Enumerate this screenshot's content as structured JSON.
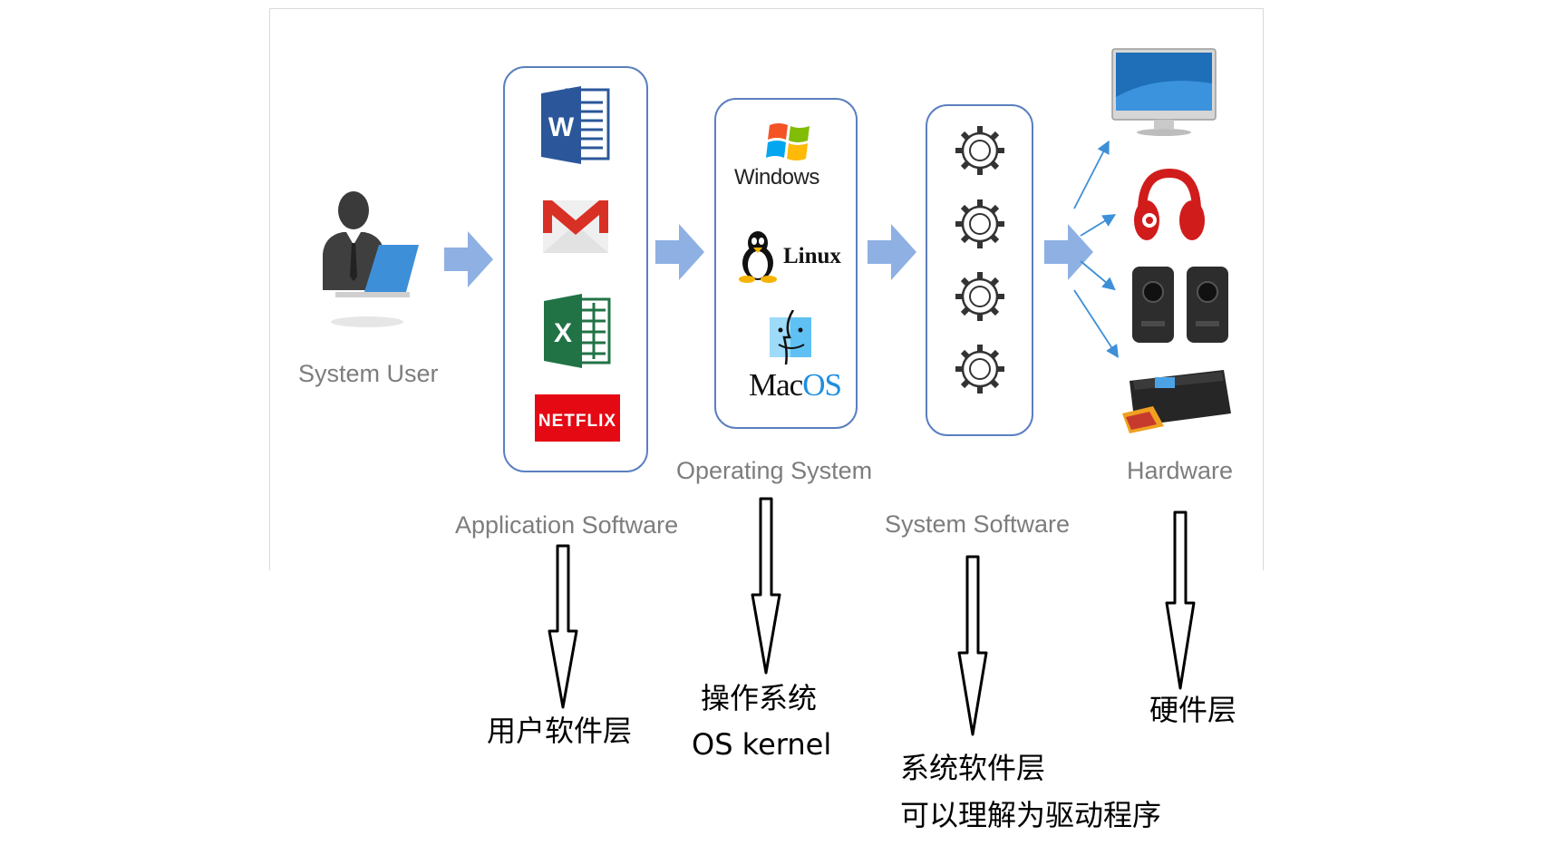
{
  "diagram": {
    "nodes": {
      "system_user": {
        "label": "System User"
      },
      "application_software": {
        "label": "Application Software",
        "apps": [
          "W",
          "M",
          "X",
          "NETFLIX"
        ]
      },
      "operating_system": {
        "label": "Operating System",
        "os": [
          "Windows",
          "Linux",
          "Mac",
          "OS"
        ]
      },
      "system_software": {
        "label": "System Software"
      },
      "hardware": {
        "label": "Hardware"
      }
    },
    "annotations": {
      "app_layer": "用户软件层",
      "os_layer_1": "操作系统",
      "os_layer_2": "OS kernel",
      "sys_layer_1": "系统软件层",
      "sys_layer_2": "可以理解为驱动程序",
      "hw_layer": "硬件层"
    }
  },
  "colors": {
    "accent_blue": "#5b7fbf",
    "flow_arrow": "#8eb0e3",
    "label_gray": "#7d7d7d"
  }
}
